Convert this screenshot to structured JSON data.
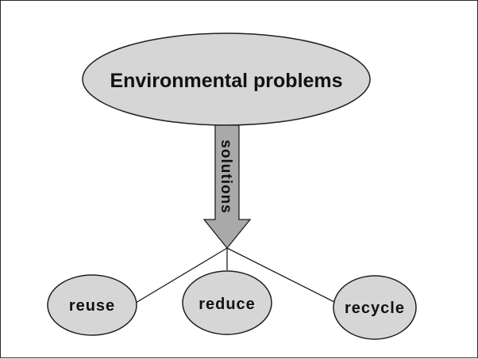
{
  "diagram": {
    "root": {
      "label": "Environmental problems"
    },
    "connector": {
      "label": "solutions"
    },
    "children": [
      {
        "label": "reuse"
      },
      {
        "label": "reduce"
      },
      {
        "label": "recycle"
      }
    ],
    "colors": {
      "node_fill": "#d6d6d6",
      "arrow_fill": "#a9a9a9",
      "stroke": "#1f1f1f",
      "background": "#ffffff"
    }
  }
}
